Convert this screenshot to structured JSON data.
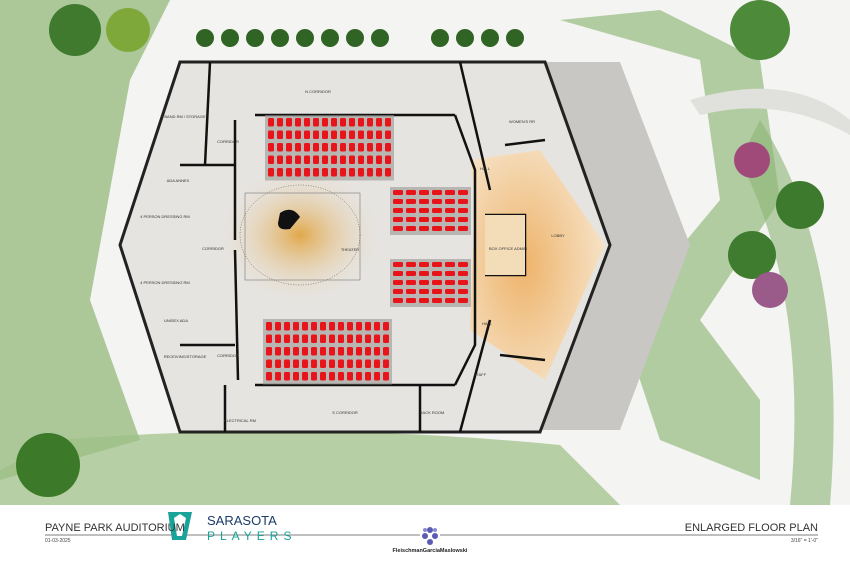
{
  "rooms": {
    "band_room": "BAND RM / STORAGE",
    "north_corridor": "N CORRIDOR",
    "west_corridor_north": "CORRIDOR",
    "west_corridor_mid": "CORRIDOR",
    "west_corridor_south": "CORRIDOR",
    "ada_annex": "ADA ANNEX",
    "dressing_rm_1": "4 PERSON DRESSING RM",
    "dressing_rm_2": "4 PERSON DRESSING RM",
    "unisex_ada": "UNISEX ADA",
    "receiving_storage": "RECEIVING/STORAGE",
    "electrical": "ELECTRICAL RM",
    "south_corridor": "S CORRIDOR",
    "rack_room": "RACK ROOM",
    "staff": "STAFF",
    "hall_north": "HALL",
    "hall_south": "HALL",
    "box_office": "BOX OFFICE ADMIN",
    "lobby": "LOBBY",
    "womens_rr": "WOMEN'S RR",
    "theater": "THEATER"
  },
  "title_block": {
    "project": "PAYNE PARK AUDITORIUM",
    "date": "01-03-2025",
    "sheet_title": "ENLARGED FLOOR PLAN",
    "scale": "3/16\" = 1'-0\"",
    "client_logo": "THE SARASOTA PLAYERS",
    "architect_logo": "FleischmanGarciaMaslowski"
  },
  "colors": {
    "seat": "#e8141a",
    "lawn": "#7faa66",
    "lobby": "#f3d2a2",
    "floor": "#e6e4e1",
    "logo_teal": "#1aa39a",
    "logo_purple": "#5b5bb5"
  }
}
